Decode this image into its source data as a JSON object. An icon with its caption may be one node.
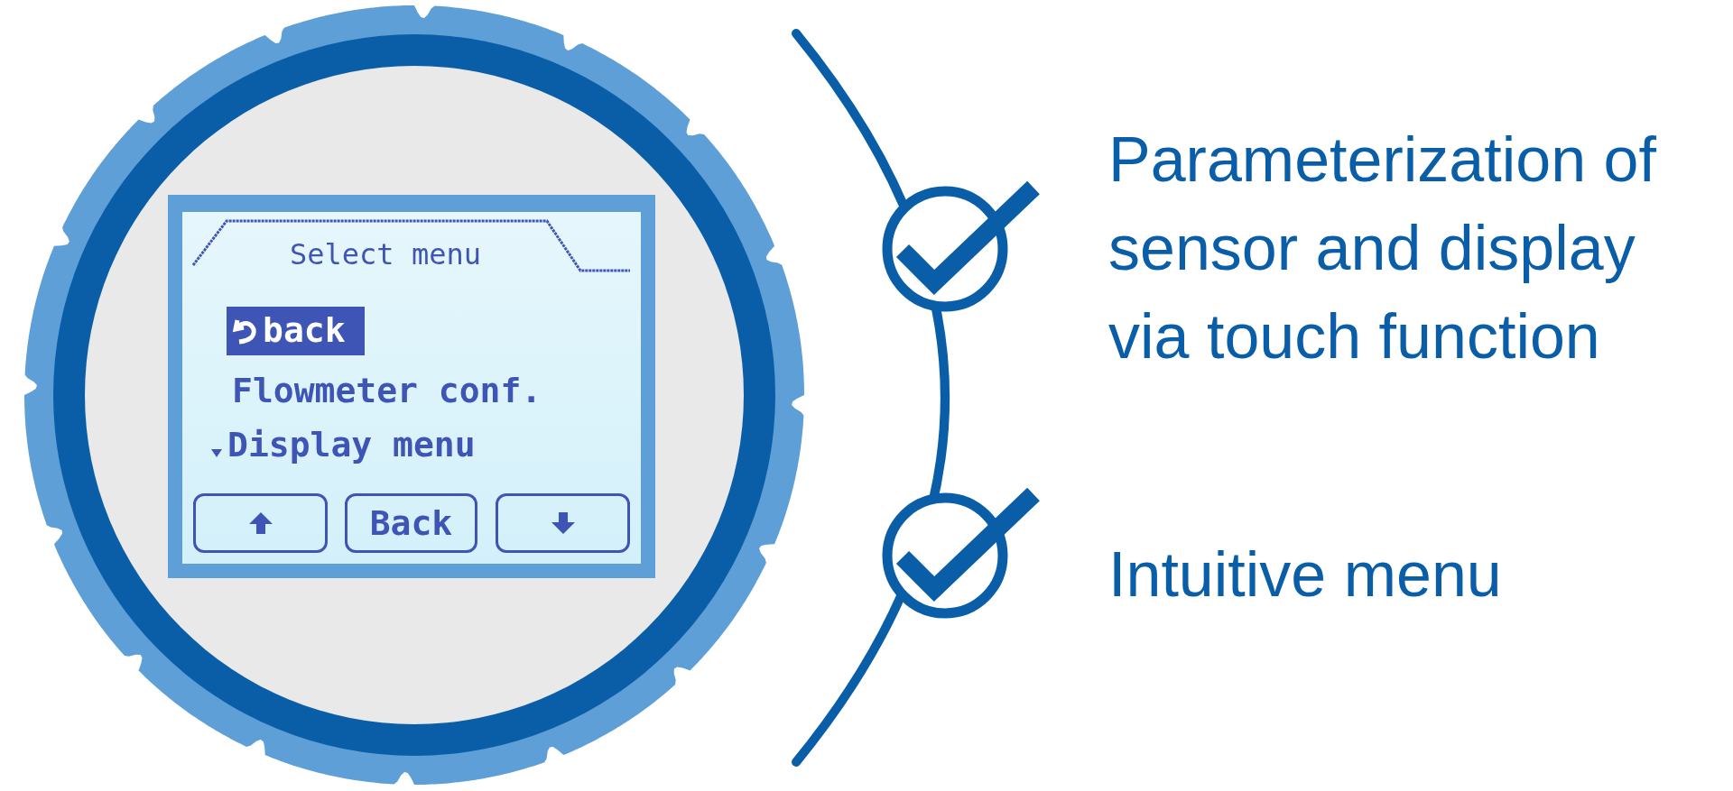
{
  "diagram": {
    "labels": [
      "Select menu",
      "back",
      "Flowmeter conf.",
      "Display menu",
      "Back",
      "Parameterization of sensor and display via touch function",
      "Intuitive menu"
    ]
  }
}
